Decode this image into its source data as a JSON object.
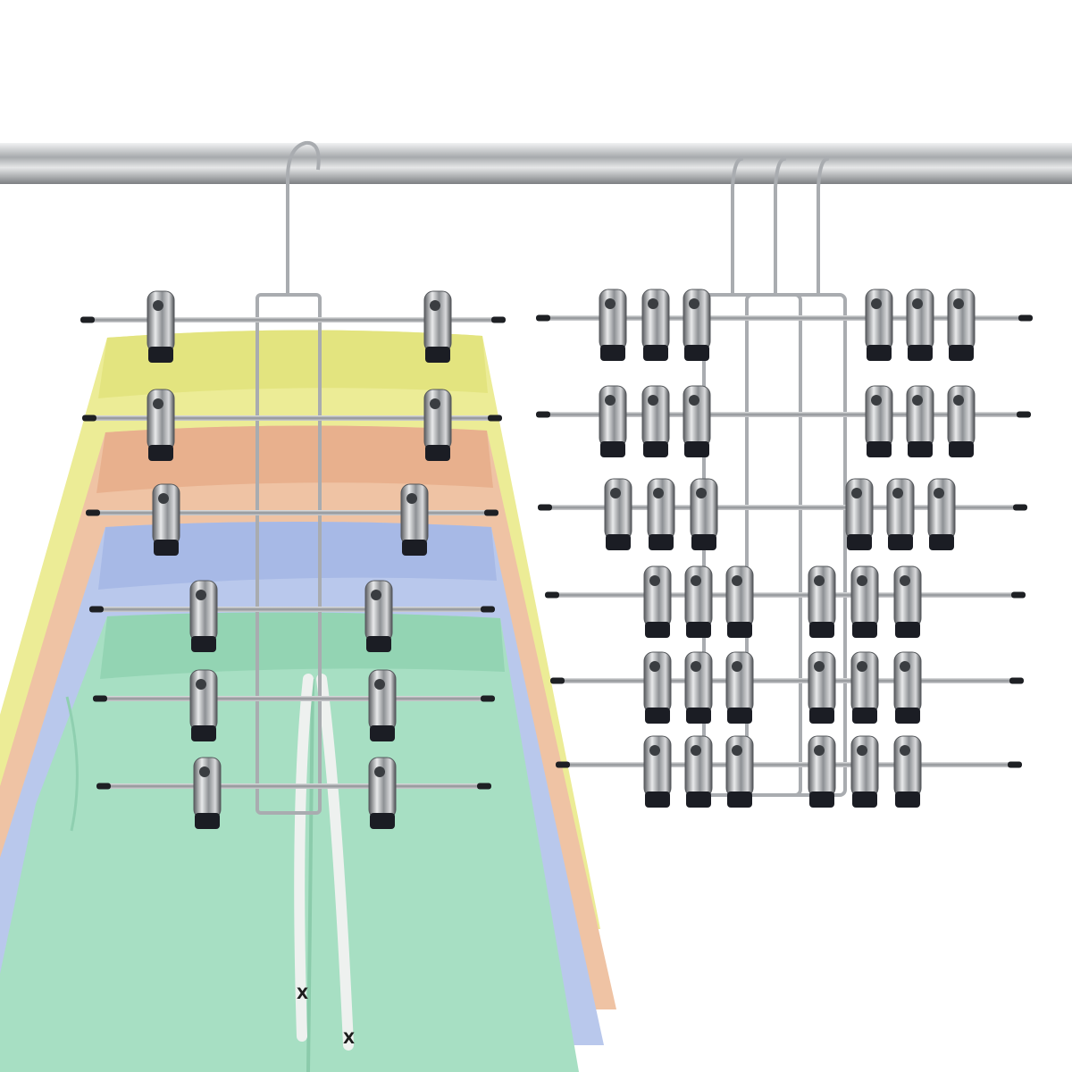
{
  "scene": {
    "rod": {
      "color": "#c4c6c8"
    },
    "left_hanger": {
      "tiers": 6,
      "wire_color": "#a9acb0",
      "clip_count_per_tier": 2
    },
    "right_hangers": {
      "count": 3,
      "tiers": 6,
      "clips_per_tier": 6
    },
    "garments": [
      {
        "name": "yellow-shorts",
        "color": "#ecec96"
      },
      {
        "name": "peach-shorts",
        "color": "#efc3a4"
      },
      {
        "name": "blue-shorts",
        "color": "#b9c8ec"
      },
      {
        "name": "mint-shorts",
        "color": "#a7dfc3"
      }
    ],
    "drawstring_tags": [
      "X",
      "X"
    ]
  }
}
